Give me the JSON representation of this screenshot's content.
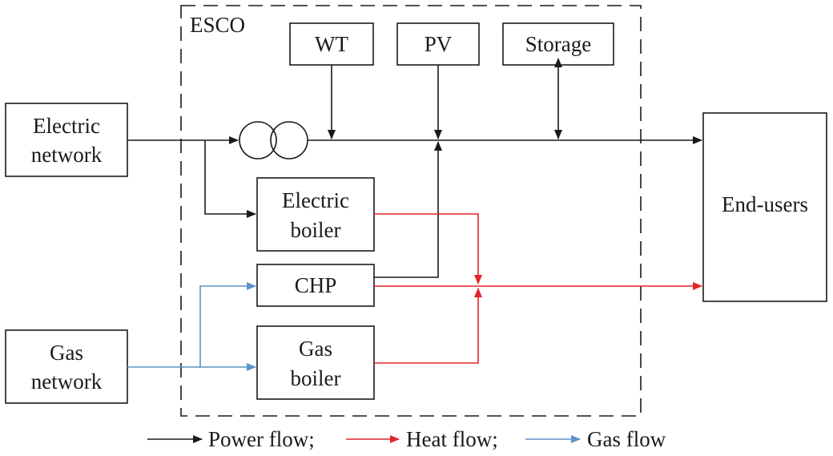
{
  "colors": {
    "power": "#1a1a1a",
    "heat": "#e0262b",
    "gas": "#5b93c7"
  },
  "esco": {
    "label": "ESCO"
  },
  "nodes": {
    "wt": "WT",
    "pv": "PV",
    "storage": "Storage",
    "electric_network": [
      "Electric",
      "network"
    ],
    "gas_network": [
      "Gas",
      "network"
    ],
    "electric_boiler": [
      "Electric",
      "boiler"
    ],
    "chp": "CHP",
    "gas_boiler": [
      "Gas",
      "boiler"
    ],
    "end_users": "End-users"
  },
  "legend": {
    "power": "Power flow;",
    "heat": "Heat flow;",
    "gas": "Gas flow"
  }
}
